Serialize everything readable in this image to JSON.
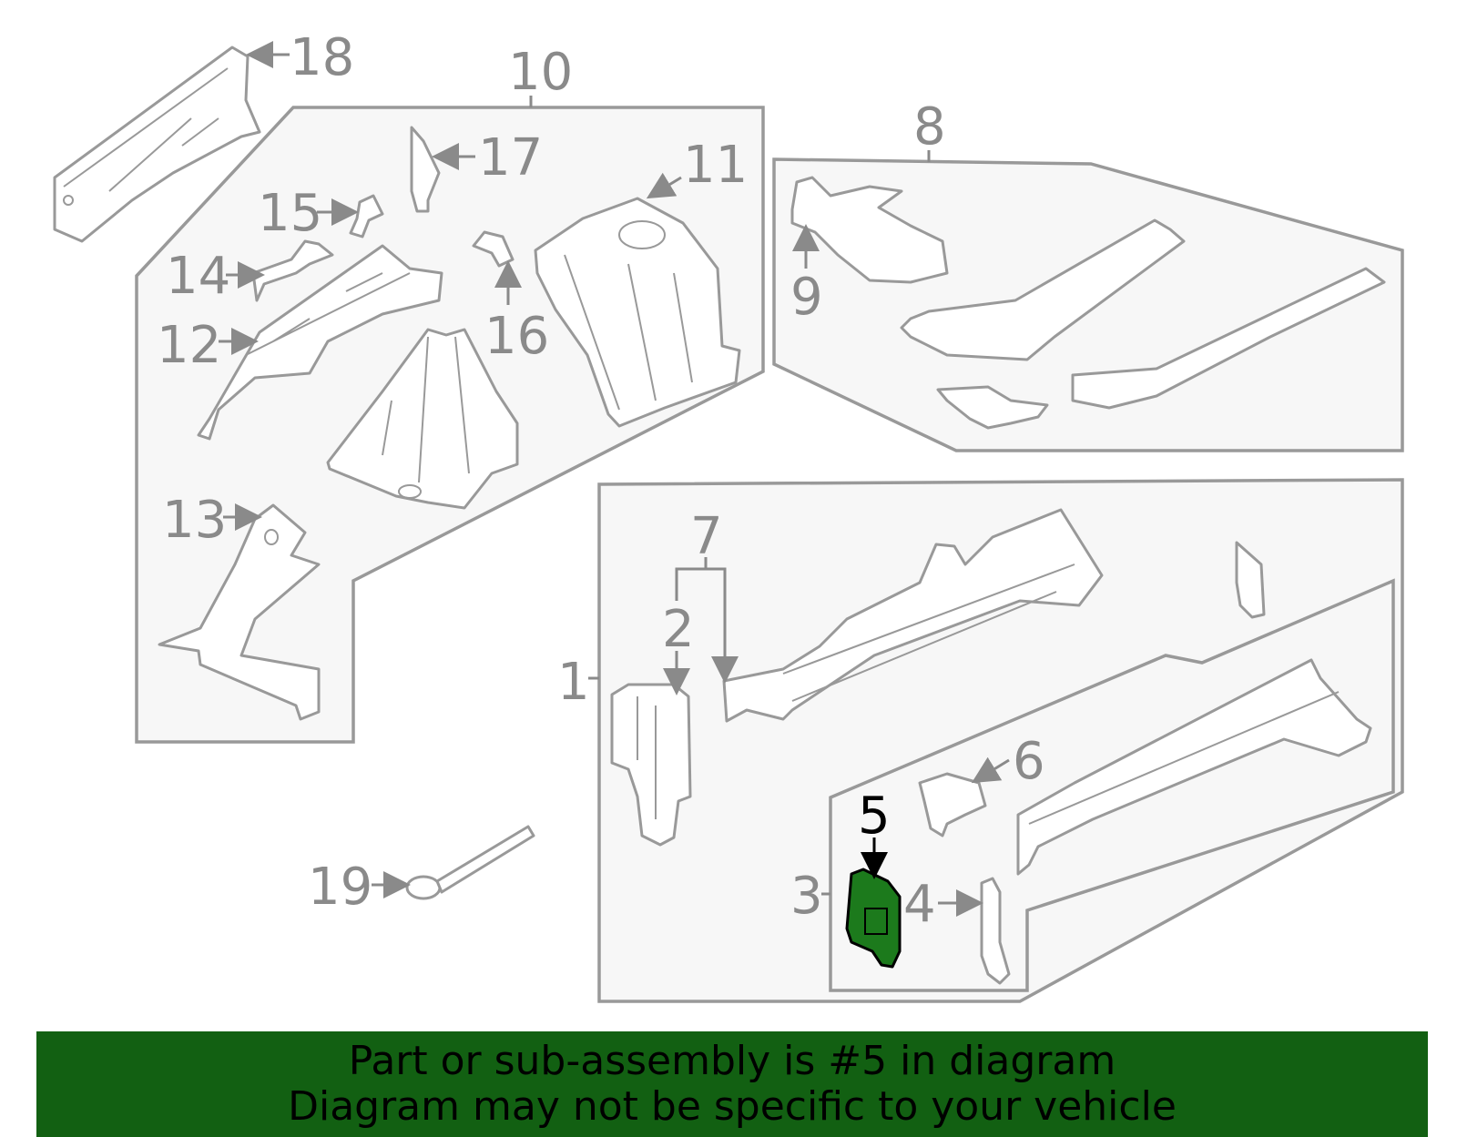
{
  "labels": {
    "l1": "1",
    "l2": "2",
    "l3": "3",
    "l4": "4",
    "l5": "5",
    "l6": "6",
    "l7": "7",
    "l8": "8",
    "l9": "9",
    "l10": "10",
    "l11": "11",
    "l12": "12",
    "l13": "13",
    "l14": "14",
    "l15": "15",
    "l16": "16",
    "l17": "17",
    "l18": "18",
    "l19": "19"
  },
  "highlighted_part": "5",
  "colors": {
    "highlight_fill": "#1c7a1c",
    "banner_bg": "#126012",
    "outline": "#999999",
    "label": "#8a8a8a"
  },
  "banner": {
    "line1": "Part or sub-assembly is #5 in diagram",
    "line2": "Diagram may not be specific to your vehicle"
  }
}
